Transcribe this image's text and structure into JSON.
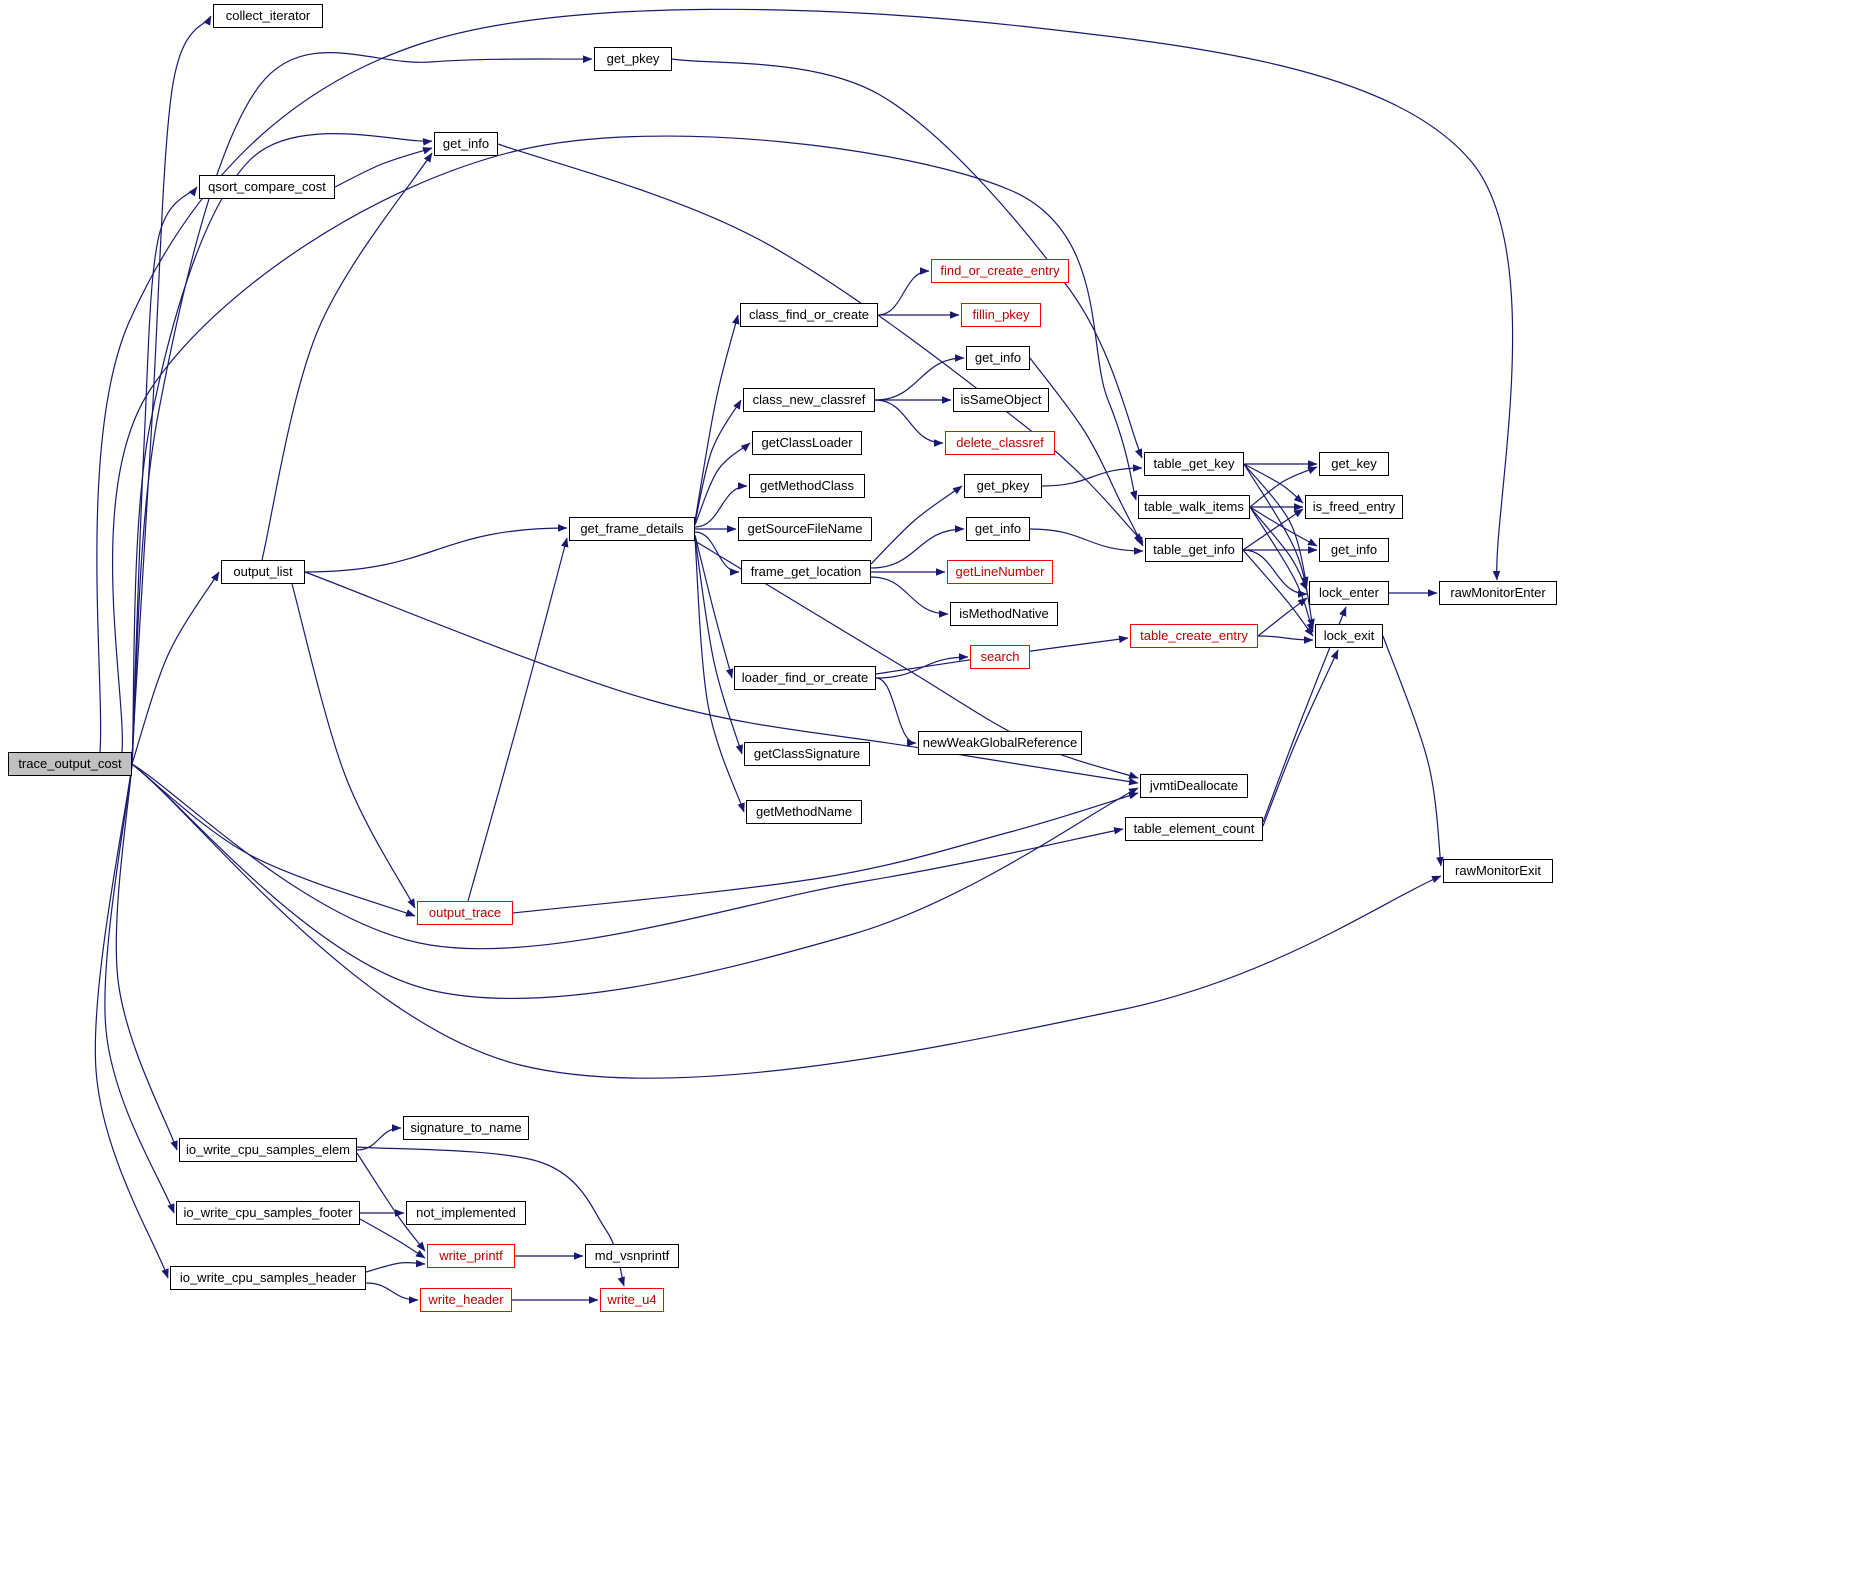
{
  "graph": {
    "root": "trace_output_cost",
    "colors": {
      "edge": "#191970",
      "node_border": "#000000",
      "node_text": "#000000",
      "node_fill": "#ffffff",
      "truncated_border": "#ff0000",
      "truncated_text": "#bb0000",
      "root_fill": "#c0c0c0"
    },
    "nodes": [
      {
        "id": "trace_output_cost",
        "label": "trace_output_cost",
        "type": "root"
      },
      {
        "id": "collect_iterator",
        "label": "collect_iterator",
        "type": "normal"
      },
      {
        "id": "get_pkey",
        "label": "get_pkey",
        "type": "normal"
      },
      {
        "id": "get_info",
        "label": "get_info",
        "type": "normal"
      },
      {
        "id": "qsort_compare_cost",
        "label": "qsort_compare_cost",
        "type": "normal"
      },
      {
        "id": "find_or_create_entry",
        "label": "find_or_create_entry",
        "type": "truncated"
      },
      {
        "id": "class_find_or_create",
        "label": "class_find_or_create",
        "type": "normal"
      },
      {
        "id": "fillin_pkey",
        "label": "fillin_pkey",
        "type": "truncated"
      },
      {
        "id": "get_info2",
        "label": "get_info",
        "type": "normal"
      },
      {
        "id": "class_new_classref",
        "label": "class_new_classref",
        "type": "normal"
      },
      {
        "id": "isSameObject",
        "label": "isSameObject",
        "type": "normal"
      },
      {
        "id": "getClassLoader",
        "label": "getClassLoader",
        "type": "normal"
      },
      {
        "id": "delete_classref",
        "label": "delete_classref",
        "type": "truncated"
      },
      {
        "id": "table_get_key",
        "label": "table_get_key",
        "type": "normal"
      },
      {
        "id": "get_key",
        "label": "get_key",
        "type": "normal"
      },
      {
        "id": "getMethodClass",
        "label": "getMethodClass",
        "type": "normal"
      },
      {
        "id": "get_pkey2",
        "label": "get_pkey",
        "type": "normal"
      },
      {
        "id": "table_walk_items",
        "label": "table_walk_items",
        "type": "normal"
      },
      {
        "id": "is_freed_entry",
        "label": "is_freed_entry",
        "type": "normal"
      },
      {
        "id": "get_frame_details",
        "label": "get_frame_details",
        "type": "normal"
      },
      {
        "id": "getSourceFileName",
        "label": "getSourceFileName",
        "type": "normal"
      },
      {
        "id": "get_info3",
        "label": "get_info",
        "type": "normal"
      },
      {
        "id": "table_get_info",
        "label": "table_get_info",
        "type": "normal"
      },
      {
        "id": "get_info4",
        "label": "get_info",
        "type": "normal"
      },
      {
        "id": "frame_get_location",
        "label": "frame_get_location",
        "type": "normal"
      },
      {
        "id": "getLineNumber",
        "label": "getLineNumber",
        "type": "truncated"
      },
      {
        "id": "output_list",
        "label": "output_list",
        "type": "normal"
      },
      {
        "id": "lock_enter",
        "label": "lock_enter",
        "type": "normal"
      },
      {
        "id": "rawMonitorEnter",
        "label": "rawMonitorEnter",
        "type": "normal"
      },
      {
        "id": "isMethodNative",
        "label": "isMethodNative",
        "type": "normal"
      },
      {
        "id": "table_create_entry",
        "label": "table_create_entry",
        "type": "truncated"
      },
      {
        "id": "lock_exit",
        "label": "lock_exit",
        "type": "normal"
      },
      {
        "id": "search",
        "label": "search",
        "type": "truncated"
      },
      {
        "id": "loader_find_or_create",
        "label": "loader_find_or_create",
        "type": "normal"
      },
      {
        "id": "newWeakGlobalReference",
        "label": "newWeakGlobalReference",
        "type": "normal"
      },
      {
        "id": "getClassSignature",
        "label": "getClassSignature",
        "type": "normal"
      },
      {
        "id": "jvmtiDeallocate",
        "label": "jvmtiDeallocate",
        "type": "normal"
      },
      {
        "id": "getMethodName",
        "label": "getMethodName",
        "type": "normal"
      },
      {
        "id": "table_element_count",
        "label": "table_element_count",
        "type": "normal"
      },
      {
        "id": "rawMonitorExit",
        "label": "rawMonitorExit",
        "type": "normal"
      },
      {
        "id": "output_trace",
        "label": "output_trace",
        "type": "truncated"
      },
      {
        "id": "signature_to_name",
        "label": "signature_to_name",
        "type": "normal"
      },
      {
        "id": "io_write_cpu_samples_elem",
        "label": "io_write_cpu_samples_elem",
        "type": "normal"
      },
      {
        "id": "io_write_cpu_samples_footer",
        "label": "io_write_cpu_samples_footer",
        "type": "normal"
      },
      {
        "id": "not_implemented",
        "label": "not_implemented",
        "type": "normal"
      },
      {
        "id": "write_printf",
        "label": "write_printf",
        "type": "truncated"
      },
      {
        "id": "md_vsnprintf",
        "label": "md_vsnprintf",
        "type": "normal"
      },
      {
        "id": "io_write_cpu_samples_header",
        "label": "io_write_cpu_samples_header",
        "type": "normal"
      },
      {
        "id": "write_header",
        "label": "write_header",
        "type": "truncated"
      },
      {
        "id": "write_u4",
        "label": "write_u4",
        "type": "truncated"
      }
    ],
    "edges": [
      {
        "from": "trace_output_cost",
        "to": "collect_iterator"
      },
      {
        "from": "trace_output_cost",
        "to": "get_pkey"
      },
      {
        "from": "trace_output_cost",
        "to": "get_info"
      },
      {
        "from": "trace_output_cost",
        "to": "qsort_compare_cost"
      },
      {
        "from": "trace_output_cost",
        "to": "output_list"
      },
      {
        "from": "trace_output_cost",
        "to": "output_trace"
      },
      {
        "from": "trace_output_cost",
        "to": "io_write_cpu_samples_elem"
      },
      {
        "from": "trace_output_cost",
        "to": "io_write_cpu_samples_footer"
      },
      {
        "from": "trace_output_cost",
        "to": "io_write_cpu_samples_header"
      },
      {
        "from": "trace_output_cost",
        "to": "jvmtiDeallocate"
      },
      {
        "from": "trace_output_cost",
        "to": "rawMonitorEnter"
      },
      {
        "from": "trace_output_cost",
        "to": "rawMonitorExit"
      },
      {
        "from": "trace_output_cost",
        "to": "table_element_count"
      },
      {
        "from": "trace_output_cost",
        "to": "table_walk_items"
      },
      {
        "from": "qsort_compare_cost",
        "to": "get_info"
      },
      {
        "from": "get_pkey",
        "to": "table_get_key"
      },
      {
        "from": "get_info",
        "to": "table_get_info"
      },
      {
        "from": "output_list",
        "to": "get_frame_details"
      },
      {
        "from": "output_list",
        "to": "get_info"
      },
      {
        "from": "output_list",
        "to": "output_trace"
      },
      {
        "from": "output_list",
        "to": "jvmtiDeallocate"
      },
      {
        "from": "output_trace",
        "to": "get_frame_details"
      },
      {
        "from": "output_trace",
        "to": "jvmtiDeallocate"
      },
      {
        "from": "get_frame_details",
        "to": "class_find_or_create"
      },
      {
        "from": "get_frame_details",
        "to": "class_new_classref"
      },
      {
        "from": "get_frame_details",
        "to": "getClassLoader"
      },
      {
        "from": "get_frame_details",
        "to": "getMethodClass"
      },
      {
        "from": "get_frame_details",
        "to": "getSourceFileName"
      },
      {
        "from": "get_frame_details",
        "to": "frame_get_location"
      },
      {
        "from": "get_frame_details",
        "to": "loader_find_or_create"
      },
      {
        "from": "get_frame_details",
        "to": "getClassSignature"
      },
      {
        "from": "get_frame_details",
        "to": "getMethodName"
      },
      {
        "from": "get_frame_details",
        "to": "jvmtiDeallocate"
      },
      {
        "from": "class_find_or_create",
        "to": "find_or_create_entry"
      },
      {
        "from": "class_find_or_create",
        "to": "fillin_pkey"
      },
      {
        "from": "class_new_classref",
        "to": "get_info2"
      },
      {
        "from": "class_new_classref",
        "to": "isSameObject"
      },
      {
        "from": "class_new_classref",
        "to": "delete_classref"
      },
      {
        "from": "get_info2",
        "to": "table_get_info"
      },
      {
        "from": "get_pkey2",
        "to": "table_get_key"
      },
      {
        "from": "get_info3",
        "to": "table_get_info"
      },
      {
        "from": "frame_get_location",
        "to": "get_pkey2"
      },
      {
        "from": "frame_get_location",
        "to": "get_info3"
      },
      {
        "from": "frame_get_location",
        "to": "getLineNumber"
      },
      {
        "from": "frame_get_location",
        "to": "isMethodNative"
      },
      {
        "from": "loader_find_or_create",
        "to": "search"
      },
      {
        "from": "loader_find_or_create",
        "to": "newWeakGlobalReference"
      },
      {
        "from": "loader_find_or_create",
        "to": "table_create_entry"
      },
      {
        "from": "table_create_entry",
        "to": "lock_enter"
      },
      {
        "from": "table_create_entry",
        "to": "lock_exit"
      },
      {
        "from": "table_get_key",
        "to": "get_key"
      },
      {
        "from": "table_get_key",
        "to": "is_freed_entry"
      },
      {
        "from": "table_get_key",
        "to": "lock_enter"
      },
      {
        "from": "table_get_key",
        "to": "lock_exit"
      },
      {
        "from": "table_walk_items",
        "to": "get_key"
      },
      {
        "from": "table_walk_items",
        "to": "is_freed_entry"
      },
      {
        "from": "table_walk_items",
        "to": "get_info4"
      },
      {
        "from": "table_walk_items",
        "to": "lock_enter"
      },
      {
        "from": "table_walk_items",
        "to": "lock_exit"
      },
      {
        "from": "table_get_info",
        "to": "is_freed_entry"
      },
      {
        "from": "table_get_info",
        "to": "get_info4"
      },
      {
        "from": "table_get_info",
        "to": "lock_enter"
      },
      {
        "from": "table_get_info",
        "to": "lock_exit"
      },
      {
        "from": "lock_enter",
        "to": "rawMonitorEnter"
      },
      {
        "from": "lock_exit",
        "to": "rawMonitorExit"
      },
      {
        "from": "table_element_count",
        "to": "lock_enter"
      },
      {
        "from": "table_element_count",
        "to": "lock_exit"
      },
      {
        "from": "io_write_cpu_samples_elem",
        "to": "signature_to_name"
      },
      {
        "from": "io_write_cpu_samples_elem",
        "to": "write_printf"
      },
      {
        "from": "io_write_cpu_samples_elem",
        "to": "write_u4"
      },
      {
        "from": "io_write_cpu_samples_footer",
        "to": "not_implemented"
      },
      {
        "from": "io_write_cpu_samples_footer",
        "to": "write_printf"
      },
      {
        "from": "io_write_cpu_samples_header",
        "to": "write_printf"
      },
      {
        "from": "io_write_cpu_samples_header",
        "to": "write_header"
      },
      {
        "from": "write_printf",
        "to": "md_vsnprintf"
      },
      {
        "from": "write_header",
        "to": "write_u4"
      }
    ]
  }
}
